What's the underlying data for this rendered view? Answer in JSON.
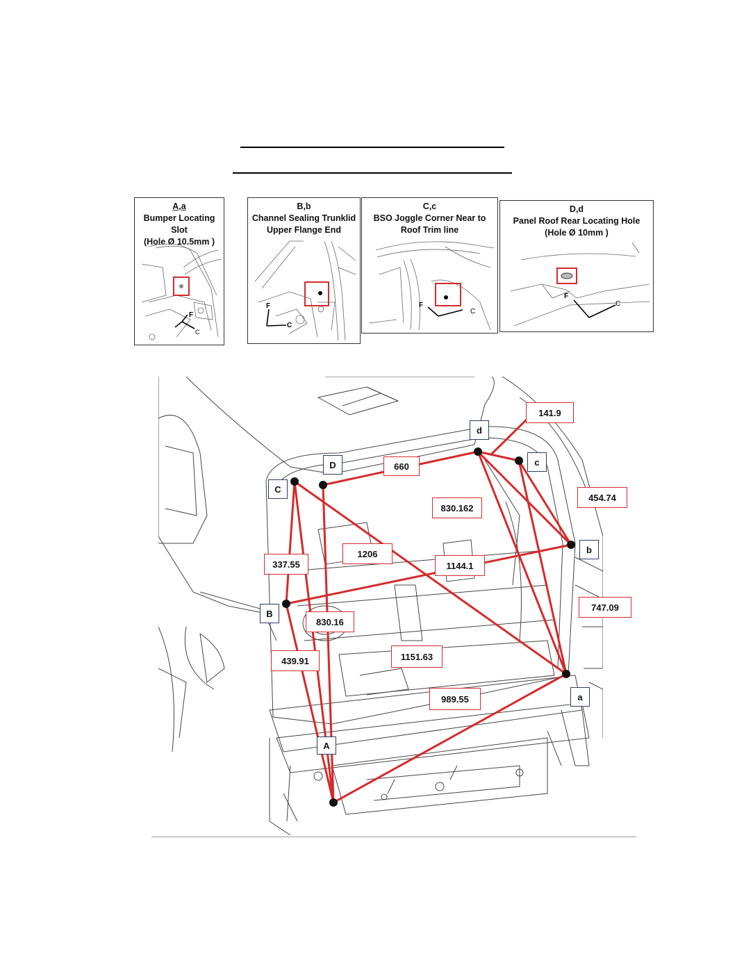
{
  "header": {
    "rule1": "",
    "rule2": ""
  },
  "panels": [
    {
      "code": "A,a",
      "line1": "Bumper Locating Slot",
      "line2": "(Hole Ø 10.5mm )",
      "f": "F",
      "c": "C"
    },
    {
      "code": "B,b",
      "line1": "Channel  Sealing Trunklid",
      "line2": "Upper Flange End",
      "f": "F",
      "c": "C"
    },
    {
      "code": "C,c",
      "line1": "BSO Joggle Corner Near to",
      "line2": "Roof Trim line",
      "f": "F",
      "c": "C"
    },
    {
      "code": "D,d",
      "line1": "Panel Roof Rear Locating Hole",
      "line2": "(Hole Ø 10mm  )",
      "f": "F",
      "c": "C"
    }
  ],
  "points": {
    "A": "A",
    "a": "a",
    "B": "B",
    "b": "b",
    "C": "C",
    "c": "c",
    "D": "D",
    "d": "d"
  },
  "dimensions": {
    "d_141_9": "141.9",
    "d_660": "660",
    "d_454_74": "454.74",
    "d_830_162": "830.162",
    "d_337_55": "337.55",
    "d_1206": "1206",
    "d_1144_1": "1144.1",
    "d_747_09": "747.09",
    "d_830_16": "830.16",
    "d_439_91": "439.91",
    "d_1151_63": "1151.63",
    "d_989_55": "989.55"
  },
  "colors": {
    "dimension": "#d52a2a",
    "point_box": "#2a3d66"
  }
}
